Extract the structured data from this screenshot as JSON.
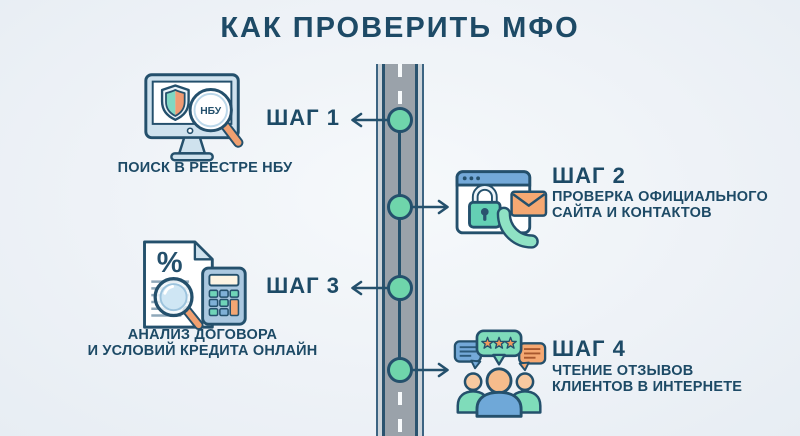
{
  "title": "КАК ПРОВЕРИТЬ МФО",
  "steps": [
    {
      "label": "ШАГ 1",
      "side": "left",
      "icon": "monitor-shield-magnifier",
      "caption_lines": [
        "ПОИСК В РЕЕСТРЕ НБУ"
      ]
    },
    {
      "label": "ШАГ 2",
      "side": "right",
      "icon": "secure-site-contacts",
      "caption_lines": [
        "ПРОВЕРКА ОФИЦИАЛЬНОГО",
        "САЙТА И КОНТАКТОВ"
      ]
    },
    {
      "label": "ШАГ 3",
      "side": "left",
      "icon": "contract-calculator",
      "caption_lines": [
        "АНАЛИЗ ДОГОВОРА",
        "И УСЛОВИЙ КРЕДИТА ОНЛАЙН"
      ]
    },
    {
      "label": "ШАГ 4",
      "side": "right",
      "icon": "customer-reviews-people",
      "caption_lines": [
        "ЧТЕНИЕ ОТЗЫВОВ",
        "КЛИЕНТОВ В ИНТЕРНЕТЕ"
      ]
    }
  ],
  "icon_labels": {
    "magnifier_text": "НБУ",
    "percent_sign": "%"
  },
  "colors": {
    "navy": "#1d4a66",
    "outline": "#24506c",
    "teal": "#6fd5ab",
    "teal_light": "#7fdcc0",
    "orange": "#f2a173",
    "blue": "#74a9d8",
    "light_blue": "#cfe2ee",
    "asphalt": "#9aa2aa",
    "shoulder": "#cdd4da",
    "background": "#eef2f7"
  }
}
